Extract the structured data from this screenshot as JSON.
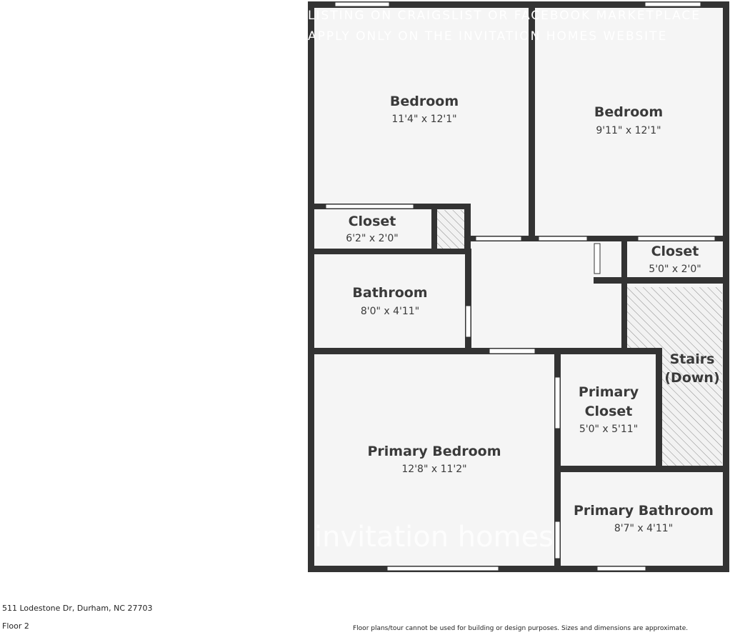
{
  "watermark": {
    "line1": "LISTING ON CRAIGSLIST OR FACEBOOK MARKETPLACE",
    "line2": "APPLY ONLY ON THE INVITATION HOMES WEBSITE",
    "brand": "invitation homes"
  },
  "rooms": {
    "bedroom_1": {
      "name": "Bedroom",
      "dims": "11'4\" x 12'1\""
    },
    "bedroom_2": {
      "name": "Bedroom",
      "dims": "9'11\" x 12'1\""
    },
    "closet_1": {
      "name": "Closet",
      "dims": "6'2\" x 2'0\""
    },
    "closet_2": {
      "name": "Closet",
      "dims": "5'0\" x 2'0\""
    },
    "bathroom": {
      "name": "Bathroom",
      "dims": "8'0\" x 4'11\""
    },
    "stairs": {
      "name_line1": "Stairs",
      "name_line2": "(Down)"
    },
    "primary_closet": {
      "name_line1": "Primary",
      "name_line2": "Closet",
      "dims": "5'0\" x 5'11\""
    },
    "primary_bedroom": {
      "name": "Primary Bedroom",
      "dims": "12'8\" x 11'2\""
    },
    "primary_bathroom": {
      "name": "Primary Bathroom",
      "dims": "8'7\" x 4'11\""
    }
  },
  "footer": {
    "address": "511 Lodestone Dr, Durham, NC 27703",
    "floor": "Floor 2",
    "disclaimer": "Floor plans/tour cannot be used for building or design purposes. Sizes and dimensions are approximate."
  }
}
